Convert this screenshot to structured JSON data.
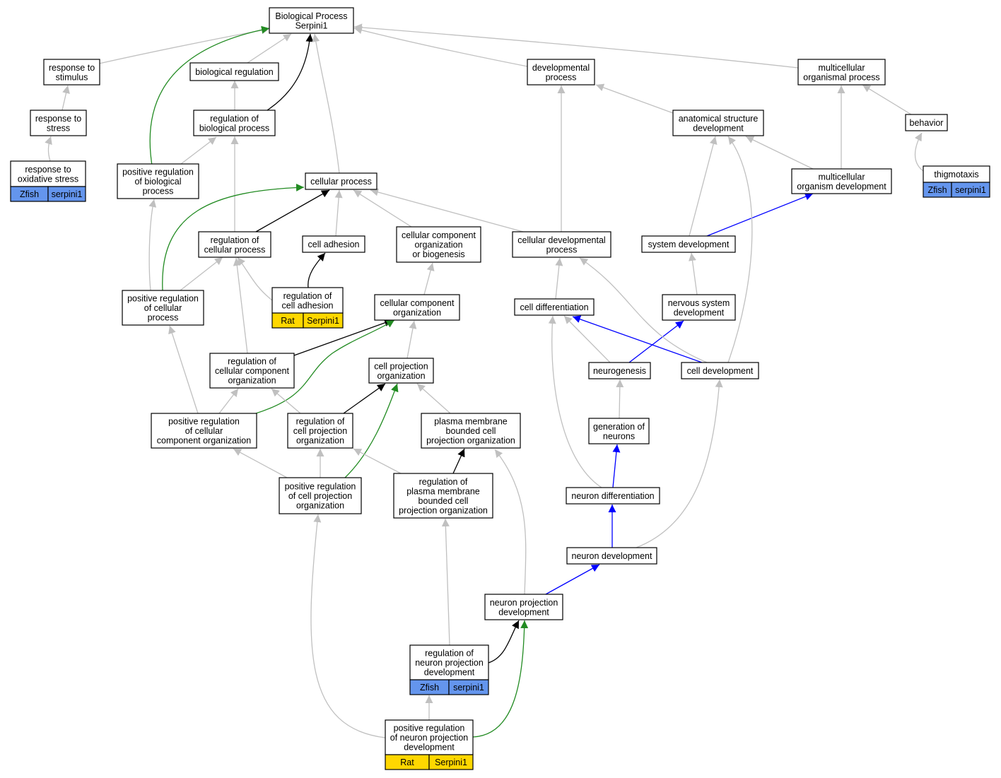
{
  "colors": {
    "edge_gray": "#c0c0c0",
    "edge_black": "#000000",
    "edge_green": "#228b22",
    "edge_blue": "#0000ff",
    "zfish_fill": "#6495ed",
    "rat_fill": "#ffd700",
    "node_border": "#000000",
    "node_fill": "#ffffff"
  },
  "nodes": {
    "root": [
      "Biological Process",
      "Serpini1"
    ],
    "resp_stim": [
      "response to",
      "stimulus"
    ],
    "bio_reg": [
      "biological regulation"
    ],
    "dev_proc": [
      "developmental",
      "process"
    ],
    "multi_proc": [
      "multicellular",
      "organismal process"
    ],
    "resp_stress": [
      "response to",
      "stress"
    ],
    "reg_bio": [
      "regulation of",
      "biological process"
    ],
    "anat_dev": [
      "anatomical structure",
      "development"
    ],
    "behavior": [
      "behavior"
    ],
    "resp_ox": [
      "response to",
      "oxidative stress"
    ],
    "pos_reg_bio": [
      "positive regulation",
      "of biological",
      "process"
    ],
    "cell_proc": [
      "cellular process"
    ],
    "multi_org_dev": [
      "multicellular",
      "organism development"
    ],
    "thigmo": [
      "thigmotaxis"
    ],
    "reg_cell_proc": [
      "regulation of",
      "cellular process"
    ],
    "cell_adh": [
      "cell adhesion"
    ],
    "ccob": [
      "cellular component",
      "organization",
      "or biogenesis"
    ],
    "cell_dev_proc": [
      "cellular developmental",
      "process"
    ],
    "sys_dev": [
      "system development"
    ],
    "pos_reg_cell": [
      "positive regulation",
      "of cellular",
      "process"
    ],
    "reg_cell_adh": [
      "regulation of",
      "cell adhesion"
    ],
    "cco": [
      "cellular component",
      "organization"
    ],
    "cell_diff": [
      "cell differentiation"
    ],
    "ns_dev": [
      "nervous system",
      "development"
    ],
    "reg_cco": [
      "regulation of",
      "cellular component",
      "organization"
    ],
    "cpo": [
      "cell projection",
      "organization"
    ],
    "neurogen": [
      "neurogenesis"
    ],
    "cell_dev": [
      "cell development"
    ],
    "pos_reg_cco": [
      "positive regulation",
      "of cellular",
      "component organization"
    ],
    "reg_cpo": [
      "regulation of",
      "cell projection",
      "organization"
    ],
    "pmbcpo": [
      "plasma membrane",
      "bounded cell",
      "projection organization"
    ],
    "gen_neur": [
      "generation of",
      "neurons"
    ],
    "pos_reg_cpo": [
      "positive regulation",
      "of cell projection",
      "organization"
    ],
    "reg_pmbcpo": [
      "regulation of",
      "plasma membrane",
      "bounded cell",
      "projection organization"
    ],
    "neur_diff": [
      "neuron differentiation"
    ],
    "neur_dev": [
      "neuron development"
    ],
    "npd": [
      "neuron projection",
      "development"
    ],
    "reg_npd": [
      "regulation of",
      "neuron projection",
      "development"
    ],
    "pos_reg_npd": [
      "positive regulation",
      "of neuron projection",
      "development"
    ]
  },
  "annotations": {
    "resp_ox": {
      "species": "Zfish",
      "gene": "serpini1",
      "color": "#6495ed"
    },
    "thigmo": {
      "species": "Zfish",
      "gene": "serpini1",
      "color": "#6495ed"
    },
    "reg_cell_adh": {
      "species": "Rat",
      "gene": "Serpini1",
      "color": "#ffd700"
    },
    "reg_npd": {
      "species": "Zfish",
      "gene": "serpini1",
      "color": "#6495ed"
    },
    "pos_reg_npd": {
      "species": "Rat",
      "gene": "Serpini1",
      "color": "#ffd700"
    }
  }
}
